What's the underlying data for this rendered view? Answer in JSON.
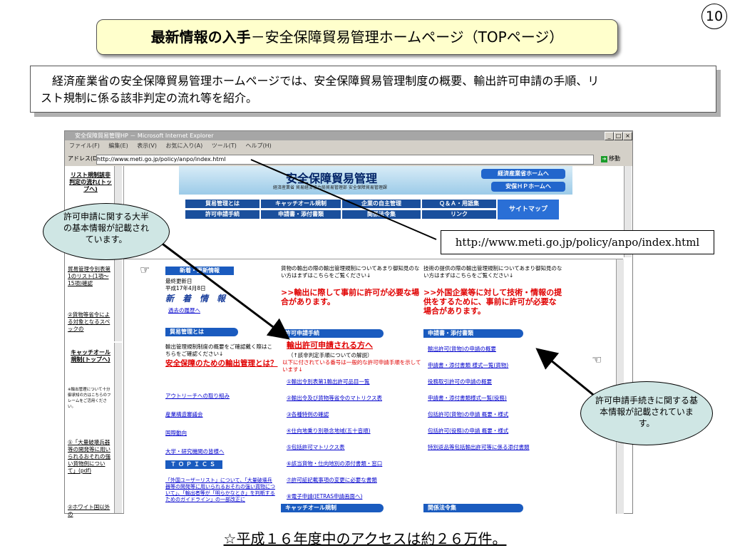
{
  "slide": {
    "page_number": "10",
    "title_bold": "最新情報の入手",
    "title_rest": "－安全保障貿易管理ホームページ（TOPページ）",
    "intro_line1": "　経済産業省の安全保障貿易管理ホームページでは、安全保障貿易管理制度の概要、輸出許可申請の手順、リ",
    "intro_line2": "スト規制に係る該非判定の流れ等を紹介。",
    "bottom_note": "☆平成１６年度中のアクセスは約２６万件。"
  },
  "callouts": {
    "left": "許可申請に関する大半の基本情報が記載されています。",
    "right": "許可申請手続きに関する基本情報が記載されています。",
    "url": "http://www.meti.go.jp/policy/anpo/index.html"
  },
  "browser": {
    "window_title": "安全保障貿易管理HP － Microsoft Internet Explorer",
    "menu": [
      "ファイル(F)",
      "編集(E)",
      "表示(V)",
      "お気に入り(A)",
      "ツール(T)",
      "ヘルプ(H)"
    ],
    "address_label": "アドレス(D)",
    "address_value": "http://www.meti.go.jp/policy/anpo/index.html",
    "go_label": "移動"
  },
  "site": {
    "title": "安全保障貿易管理",
    "subtitle": "経済産業省 貿易経済協力局貿易管理部 安全保障貿易管理課",
    "banner_buttons": [
      "経済産業省ホームへ",
      "安保ＨＰホームへ"
    ],
    "nav_row1": [
      "貿易管理とは",
      "キャッチオール規制",
      "企業の自主管理",
      "Ｑ＆Ａ・用語集"
    ],
    "nav_row2": [
      "許可申請手続",
      "申請書・添付書類",
      "関係法令集",
      "リンク"
    ],
    "sitemap": "サイトマップ"
  },
  "left_nav": {
    "top_link": "リスト規制該非判定の流れ(トップへ)",
    "links1": [
      "貿易管理令別表第1のリスト(1項〜15項)確認",
      "②貨物等省令による対象となるスペックの"
    ],
    "catch_link": "キャッチオール規制(トップへ)",
    "small_note": "※輸出管理について十分御承知の方はこちらのフレームをご活用ください。",
    "links2": [
      "①「大量破壊兵器等の開発等に用いられるおそれの強い貨物例について」(pdf)",
      "②ホワイト国以外の"
    ]
  },
  "content": {
    "news_label": "新着・更新情報",
    "updated_label": "最終更新日",
    "updated_date": "平成17年4月8日",
    "news_title": "新　着　情　報",
    "news_past": "過去の履歴へ",
    "goods_note": "貨物の輸出の際の輸出管理規制についてあまり御知見のない方はまずはこちらをご覧ください↓",
    "goods_red": ">>輸出に際して事前に許可が必要な場合があります。",
    "tech_note": "技術の提供の際の輸出管理規制についてあまり御知見のない方はまずはこちらをご覧ください↓",
    "tech_red": ">>外国企業等に対して技術・情報の提供をするために、事前に許可が必要な場合があります。",
    "sec_trade": "貿易管理とは",
    "trade_note": "輸出管理規制制度の概要をご確認戴く際はこちらをご確認ください↓",
    "trade_red": "安全保障のための輸出管理とは？",
    "trade_links": [
      "アウトリーチへの取り組み",
      "産業構造審議会",
      "国際動向",
      "大学・研究機関の皆様へ"
    ],
    "topics": "ＴＯＰＩＣＳ",
    "topics_text": "「外国ユーザーリスト」について、「大量破壊兵器等の開発等に用いられるおそれの強い貨物について」、「輸出者等が「明らかなとき」を判断するためのガイドライン」の一部改正に",
    "sec_permit": "許可申請手続",
    "permit_red": "輸出許可申請される方へ",
    "permit_sub": "（↑該非判定手順についての解説）",
    "permit_note": "以下に付されている番号は一般的な許可申請手順を示しています↓",
    "permit_links": [
      "①輸出令別表第1輸出許可品目一覧",
      "②輸出令及び貨物等省令のマトリクス表",
      "③各種特例の確認",
      "④仕向地乗り別懸念地域(五十音順)",
      "⑤包括許可マトリクス表",
      "⑥該当貨物・仕向地別の添付書類・窓口",
      "⑦許可証記載事項の変更に必要な書類",
      "⑧電子申請(JETRAS申請画面へ)"
    ],
    "sec_catch": "キャッチオール規制",
    "sec_forms": "申請書・添付書類",
    "forms_links": [
      "輸出許可(貨物)の申請の概要",
      "申請書・添付書類 様式一覧(貨物)",
      "役務取引許可の申請の概要",
      "申請書・添付書類様式一覧(役務)",
      "包括許可(貨物)の申請 概要・様式",
      "包括許可(役務)の申請 概要・様式",
      "特別返品等包括輸出許可等に係る添付書類"
    ],
    "sec_law": "関係法令集"
  },
  "colors": {
    "title_bg": "#ffffcc",
    "bubble": "#cfe6e4",
    "nav_blue": "#1a4f9c",
    "accent_red": "#e00000"
  }
}
